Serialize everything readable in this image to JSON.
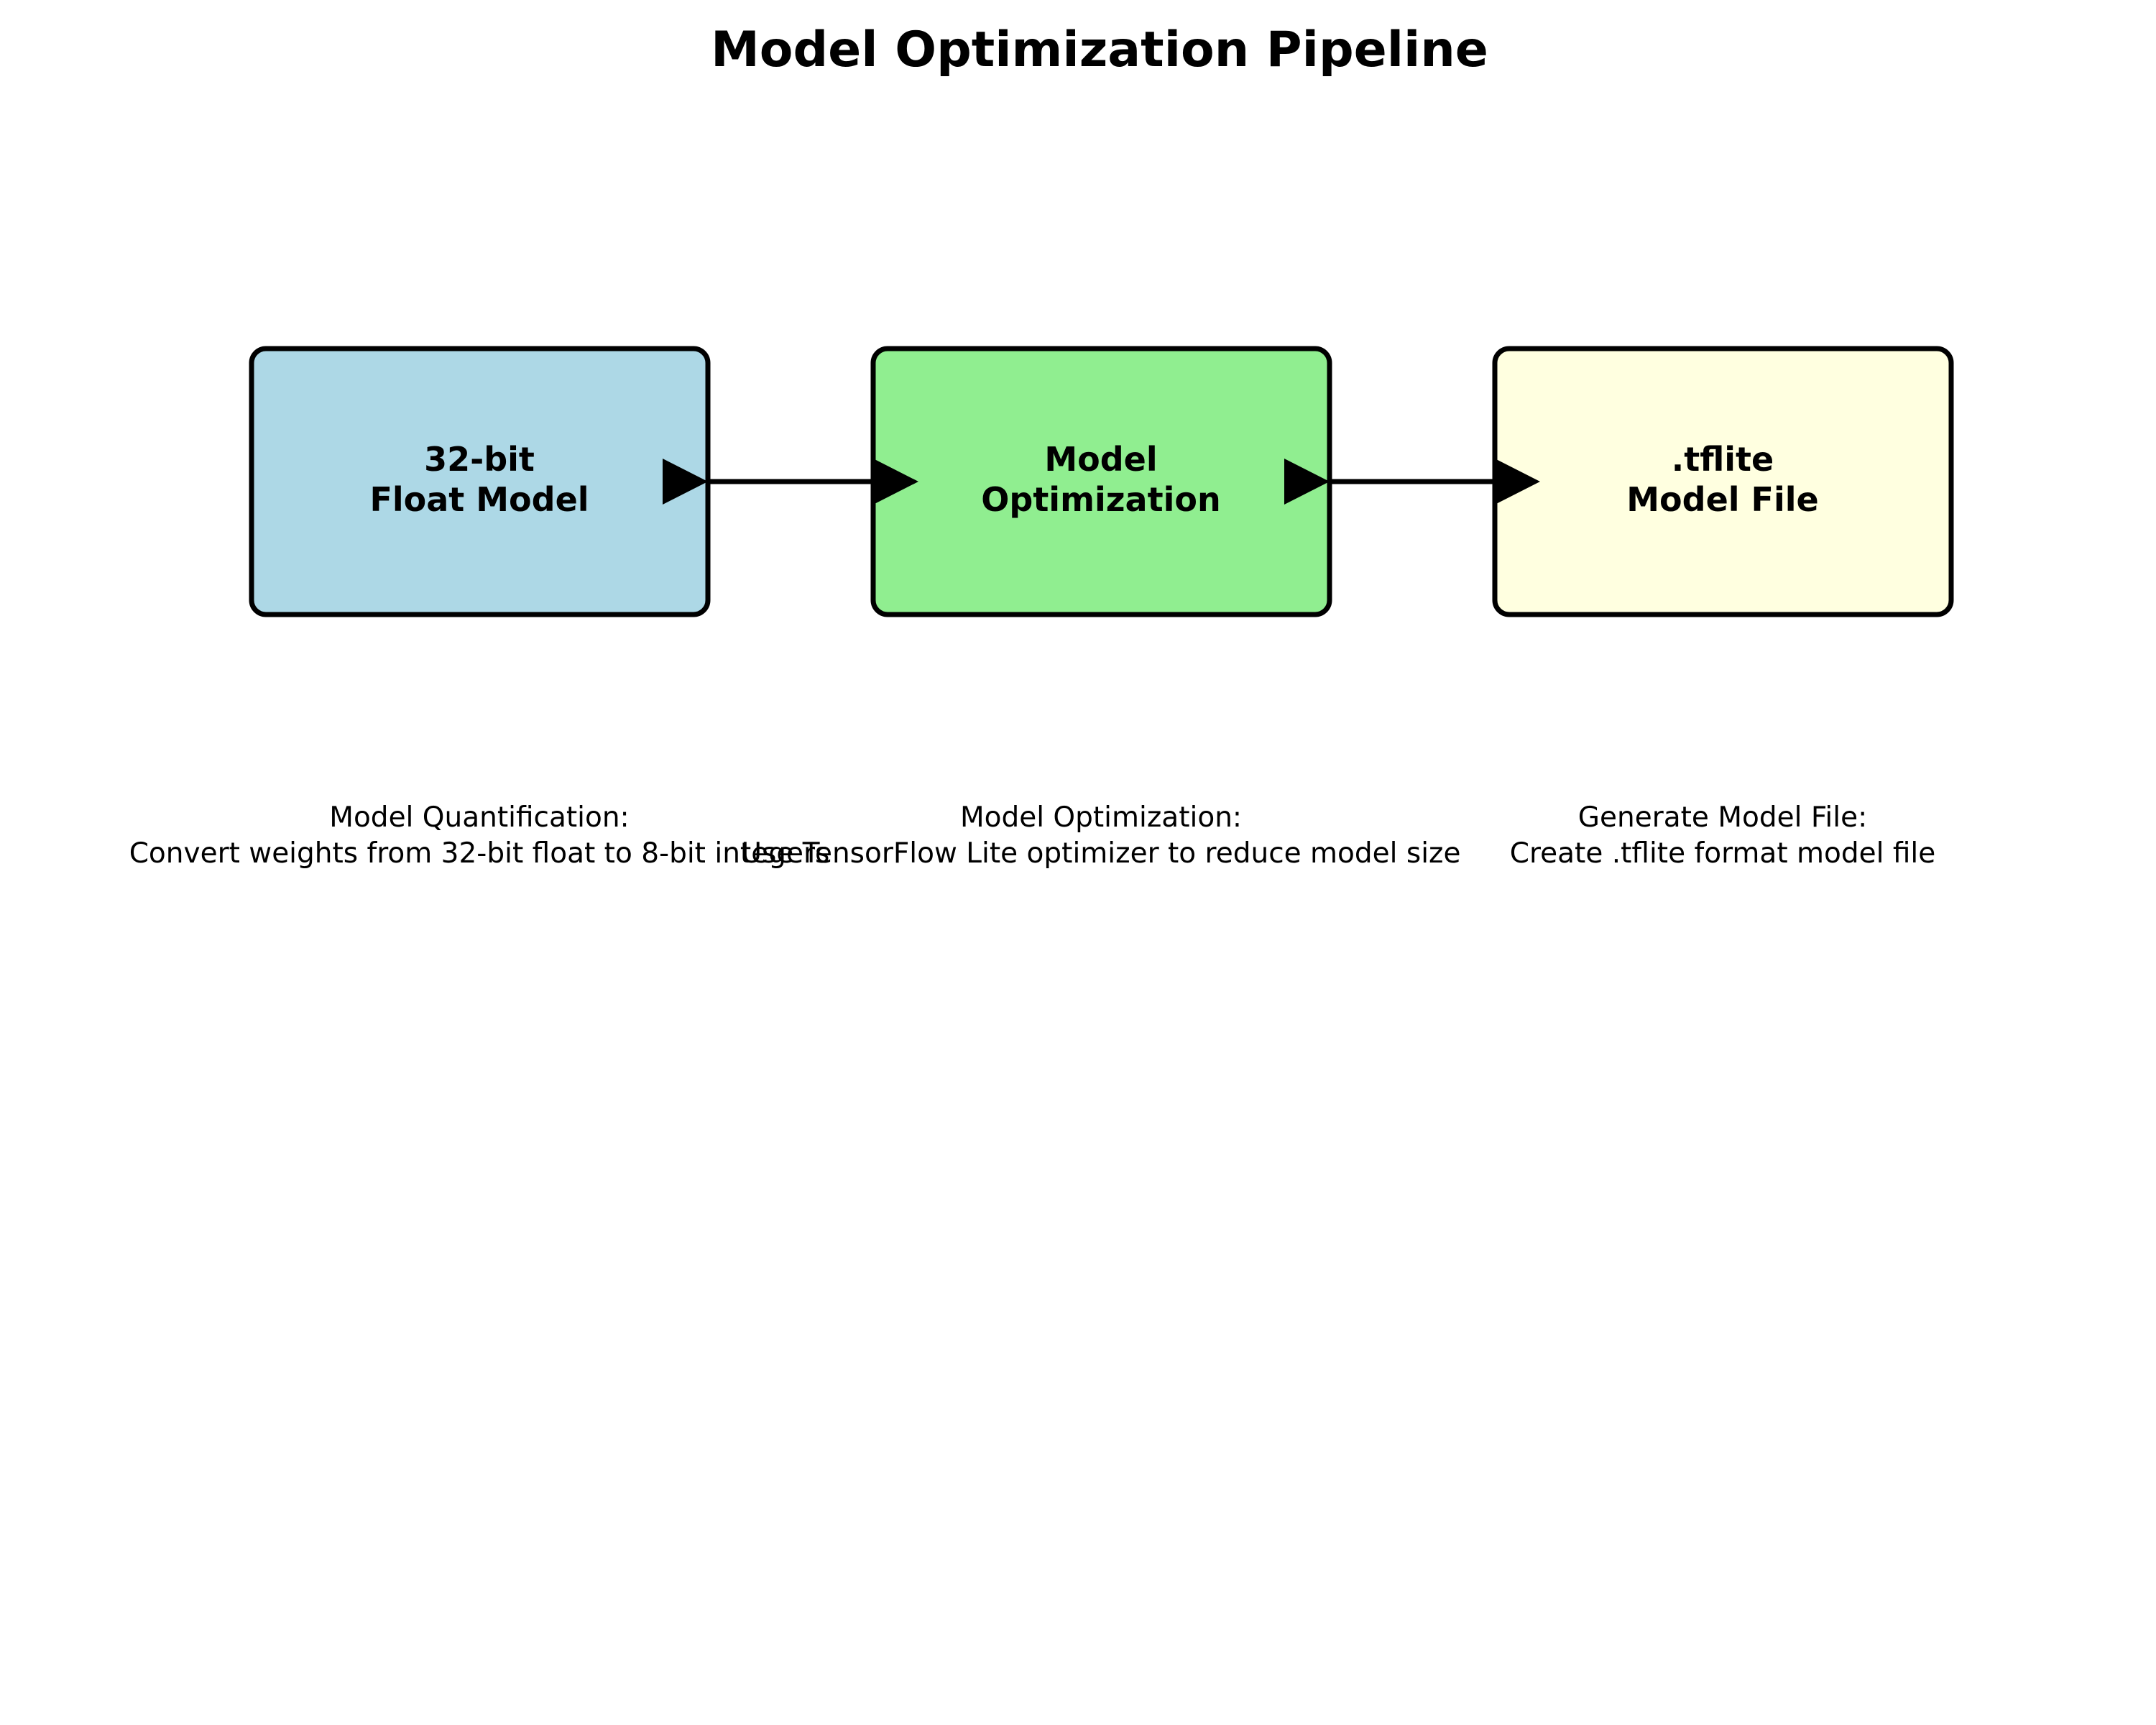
{
  "title": "Model Optimization Pipeline",
  "boxes": [
    {
      "line1": "32-bit",
      "line2": "Float Model",
      "fill": "#ADD8E6"
    },
    {
      "line1": "Model",
      "line2": "Optimization",
      "fill": "#90EE90"
    },
    {
      "line1": ".tflite",
      "line2": "Model File",
      "fill": "#FFFFE0"
    }
  ],
  "descriptions": [
    {
      "heading": "Model Quantification:",
      "detail": "Convert weights from 32-bit float to 8-bit integers"
    },
    {
      "heading": "Model Optimization:",
      "detail": "Use TensorFlow Lite optimizer to reduce model size"
    },
    {
      "heading": "Generate Model File:",
      "detail": "Create .tflite format model file"
    }
  ],
  "arrow_color": "#000000"
}
